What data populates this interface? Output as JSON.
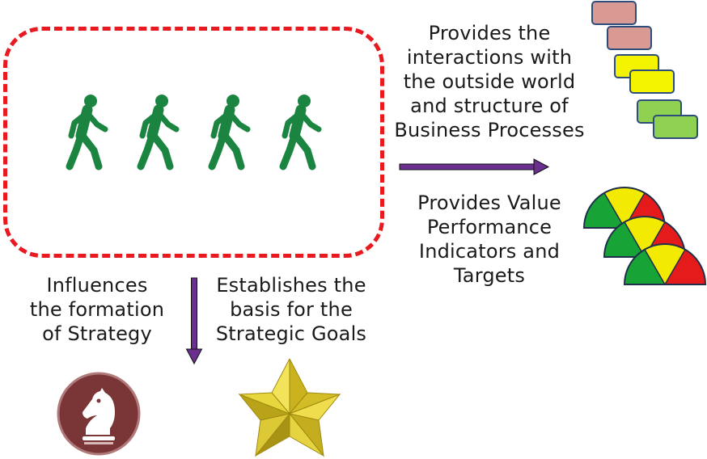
{
  "labels": {
    "provides_interactions": [
      "Provides the",
      "interactions with",
      "the outside world",
      "and structure of",
      "Business Processes"
    ],
    "provides_value": [
      "Provides Value",
      "Performance",
      "Indicators and",
      "Targets"
    ],
    "influences": [
      "Influences",
      "the formation",
      "of Strategy"
    ],
    "establishes": [
      "Establishes the",
      "basis for the",
      "Strategic Goals"
    ]
  },
  "icons": {
    "walker": "walking-person-icon",
    "process_blocks": "process-blocks-icon",
    "gauges": "gauge-icon",
    "strategy": "chess-knight-icon",
    "goal": "star-icon"
  },
  "colors": {
    "dashed_border": "#e8191f",
    "walker": "#1b8440",
    "arrow": "#6a2f8f",
    "block_pink": "#d99a94",
    "block_yellow": "#f4f400",
    "block_green": "#8fd150",
    "block_border": "#2f4d7a",
    "gauge_green": "#17a336",
    "gauge_yellow": "#f2ea00",
    "gauge_red": "#e51a1a",
    "knight_circle": "#7a3636",
    "star_gold": "#d9c52a"
  }
}
